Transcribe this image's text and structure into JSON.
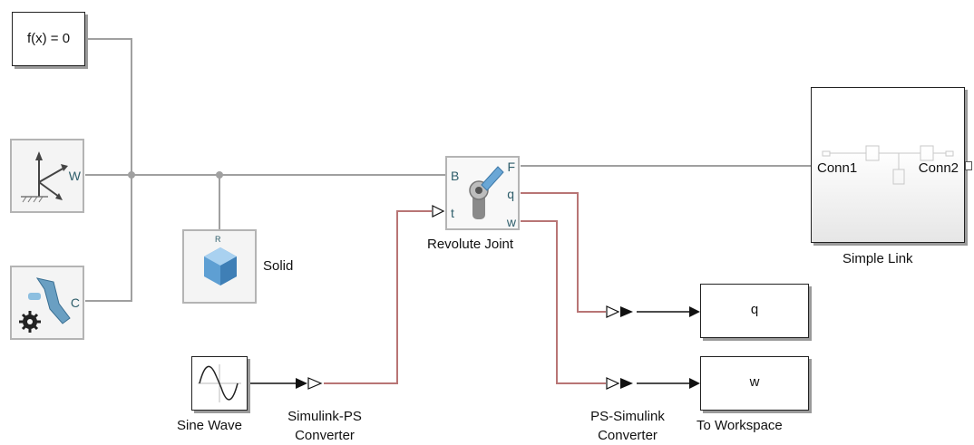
{
  "blocks": {
    "solver": {
      "text": "f(x) = 0"
    },
    "world": {
      "port": "W"
    },
    "config": {
      "port": "C"
    },
    "solid": {
      "label": "Solid"
    },
    "revolute": {
      "label": "Revolute Joint",
      "port_b": "B",
      "port_t": "t",
      "port_f": "F",
      "port_q": "q",
      "port_w": "w"
    },
    "simple_link": {
      "label": "Simple Link",
      "conn1": "Conn1",
      "conn2": "Conn2"
    },
    "sine": {
      "label": "Sine Wave"
    },
    "s2ps": {
      "label_line1": "Simulink-PS",
      "label_line2": "Converter"
    },
    "ps2s": {
      "label_line1": "PS-Simulink",
      "label_line2": "Converter"
    },
    "q_out": {
      "text": "q"
    },
    "w_out": {
      "text": "w"
    },
    "to_workspace": {
      "label": "To Workspace"
    }
  },
  "colors": {
    "physical_line": "#a0a0a0",
    "signal_line": "#111111",
    "ps_line": "#b87575",
    "port_text": "#2f5e6b"
  }
}
